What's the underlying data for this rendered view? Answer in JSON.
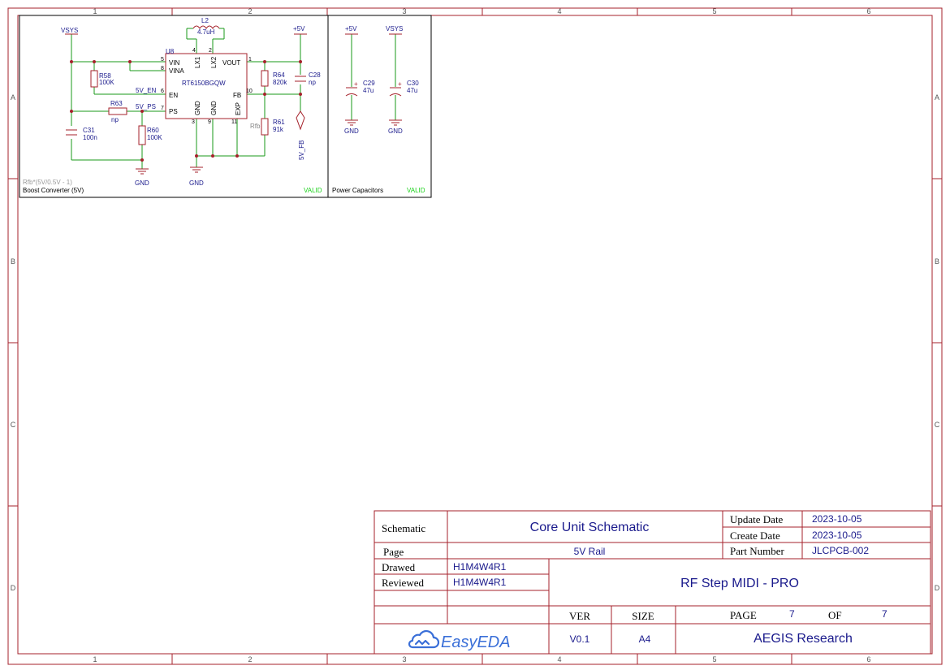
{
  "frame": {
    "columns": [
      "1",
      "2",
      "3",
      "4",
      "5",
      "6"
    ],
    "rows": [
      "A",
      "B",
      "C",
      "D"
    ]
  },
  "boost_block": {
    "title": "Boost Converter (5V)",
    "note": "Rfb*(5V/0.5V - 1)",
    "status": "VALID",
    "ic": {
      "ref": "U8",
      "part": "RT6150BGQW",
      "pins": {
        "vin": "VIN",
        "vina": "VINA",
        "en": "EN",
        "ps": "PS",
        "lx1": "LX1",
        "lx2": "LX2",
        "vout": "VOUT",
        "fb": "FB",
        "gnd1": "GND",
        "gnd2": "GND",
        "exp": "EXP"
      },
      "pin_numbers": {
        "vin": "5",
        "vina": "8",
        "en": "6",
        "ps": "7",
        "lx1": "4",
        "lx2": "2",
        "vout": "1",
        "fb": "10",
        "gnd1": "3",
        "gnd2": "9",
        "exp": "11"
      }
    },
    "inductor": {
      "ref": "L2",
      "value": "4.7uH"
    },
    "resistors": [
      {
        "ref": "R58",
        "value": "100K"
      },
      {
        "ref": "R63",
        "value": "np"
      },
      {
        "ref": "R60",
        "value": "100K"
      },
      {
        "ref": "R64",
        "value": "820k"
      },
      {
        "ref": "R61",
        "value": "91k",
        "alias": "Rfb"
      }
    ],
    "capacitors": [
      {
        "ref": "C31",
        "value": "100n"
      },
      {
        "ref": "C28",
        "value": "np"
      }
    ],
    "nets": {
      "vsys": "VSYS",
      "plus5v": "+5V",
      "en_net": "5V_EN",
      "ps_net": "5V_PS",
      "fb_port": "5V_FB",
      "gnd": "GND"
    }
  },
  "caps_block": {
    "title": "Power Capacitors",
    "status": "VALID",
    "items": [
      {
        "net": "+5V",
        "ref": "C29",
        "value": "47u",
        "gnd": "GND"
      },
      {
        "net": "VSYS",
        "ref": "C30",
        "value": "47u",
        "gnd": "GND"
      }
    ]
  },
  "title_block": {
    "schematic_label": "Schematic",
    "schematic_value": "Core Unit Schematic",
    "page_label": "Page",
    "page_value": "5V Rail",
    "update_label": "Update Date",
    "update_value": "2023-10-05",
    "create_label": "Create Date",
    "create_value": "2023-10-05",
    "part_label": "Part Number",
    "part_value": "JLCPCB-002",
    "drawed_label": "Drawed",
    "drawed_value": "H1M4W4R1",
    "reviewed_label": "Reviewed",
    "reviewed_value": "H1M4W4R1",
    "project": "RF Step MIDI - PRO",
    "ver_label": "VER",
    "ver_value": "V0.1",
    "size_label": "SIZE",
    "size_value": "A4",
    "page_num_label": "PAGE",
    "page_num": "7",
    "of_label": "OF",
    "of_num": "7",
    "company": "AEGIS Research",
    "logo_text": "EasyEDA"
  },
  "colors": {
    "frame": "#a5222b",
    "wire": "#1a9a1a",
    "symbol": "#a5222b",
    "junction": "#a5222b",
    "net_text": "#1a1a8c",
    "valid": "#19d119"
  }
}
